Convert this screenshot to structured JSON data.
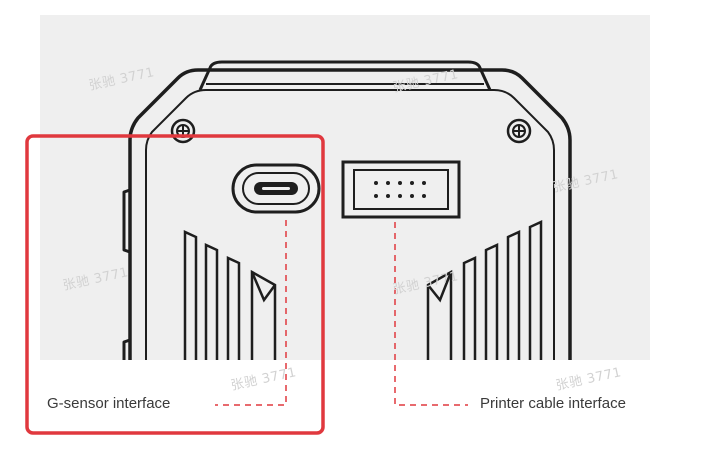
{
  "labels": {
    "g_sensor": "G-sensor interface",
    "printer_cable": "Printer cable interface"
  },
  "watermark": {
    "text": "张驰 3771"
  },
  "colors": {
    "highlight": "#e0383e",
    "dashed_leader": "#e0383e",
    "device_outline": "#1e1e1e",
    "panel_bg": "#efefef"
  },
  "icons": {
    "usb_c": "usb-c-port-icon",
    "printer_port": "printer-port-icon",
    "screw": "screw-icon"
  }
}
